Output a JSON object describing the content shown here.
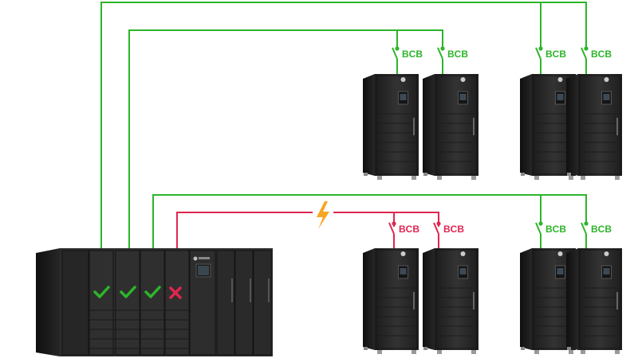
{
  "breaker_label": "BCB",
  "colors": {
    "ok": "#2db52a",
    "fault": "#e0264f",
    "bolt": "#f5a623",
    "cabinet": "#2a2a2a"
  },
  "main_cabinet": {
    "module_status": [
      "ok",
      "ok",
      "ok",
      "fault"
    ],
    "icons": [
      "check-icon",
      "check-icon",
      "check-icon",
      "cross-icon"
    ]
  },
  "battery_groups": [
    {
      "status": "ok",
      "breakers": [
        "BCB",
        "BCB"
      ]
    },
    {
      "status": "ok",
      "breakers": [
        "BCB",
        "BCB"
      ]
    },
    {
      "status": "fault",
      "breakers": [
        "BCB",
        "BCB"
      ]
    },
    {
      "status": "ok",
      "breakers": [
        "BCB",
        "BCB"
      ]
    }
  ],
  "fault_icon": "lightning-bolt-icon"
}
